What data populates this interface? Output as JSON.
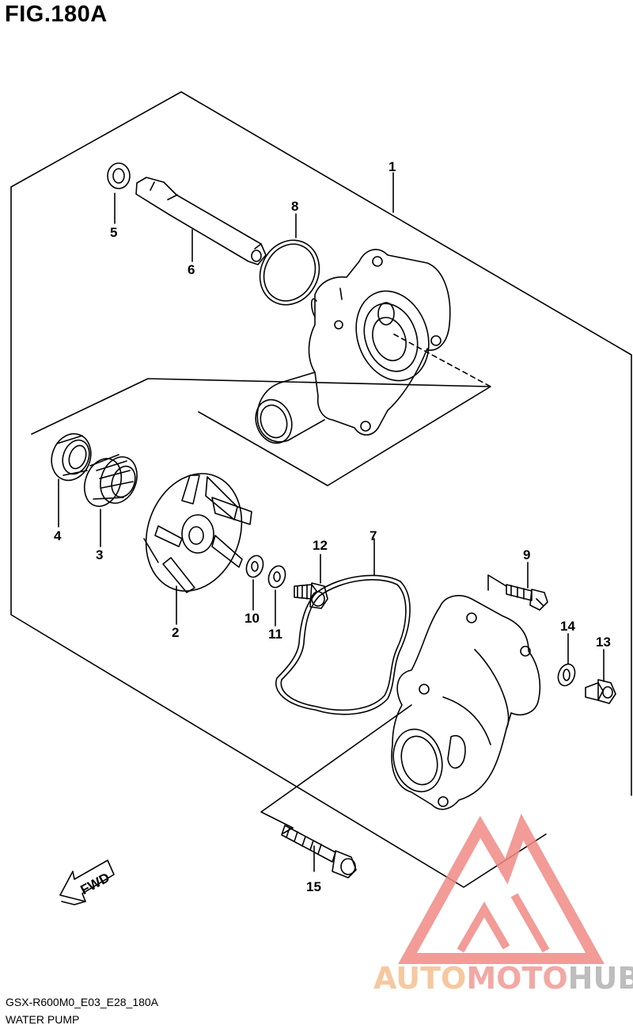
{
  "figure": {
    "title": "FIG.180A"
  },
  "footer": {
    "model_code": "GSX-R600M0_E03_E28_180A",
    "part_name": "WATER PUMP"
  },
  "direction_arrow": {
    "label": "FWD"
  },
  "callouts": [
    {
      "id": "1",
      "label": "1"
    },
    {
      "id": "2",
      "label": "2"
    },
    {
      "id": "3",
      "label": "3"
    },
    {
      "id": "4",
      "label": "4"
    },
    {
      "id": "5",
      "label": "5"
    },
    {
      "id": "6",
      "label": "6"
    },
    {
      "id": "7",
      "label": "7"
    },
    {
      "id": "8",
      "label": "8"
    },
    {
      "id": "9",
      "label": "9"
    },
    {
      "id": "10",
      "label": "10"
    },
    {
      "id": "11",
      "label": "11"
    },
    {
      "id": "12",
      "label": "12"
    },
    {
      "id": "13",
      "label": "13"
    },
    {
      "id": "14",
      "label": "14"
    },
    {
      "id": "15",
      "label": "15"
    }
  ],
  "watermark": {
    "text_part1": "AUTO",
    "text_part2": "MOTO",
    "text_part3": "HUB",
    "colors": {
      "part1": "#f6c8a0",
      "part2": "#f2a8a4",
      "part3": "#bdbdbd",
      "logo": "#f08a86"
    }
  }
}
